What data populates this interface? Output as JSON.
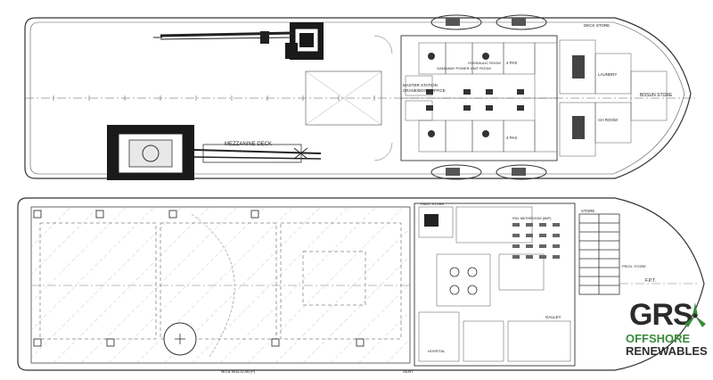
{
  "colors": {
    "line": "#333333",
    "hatch": "#999999",
    "brand_green": "#3a8a3a",
    "brand_dark": "#2b2b2b"
  },
  "upper_deck": {
    "labels": {
      "mezzanine": "MEZZANINE DECK",
      "boson_store": "BOSUN STORE",
      "master_station": "MASTER STATION",
      "crane_office": "CRANE/BOOK OFFICE",
      "deck_store": "DECK STORE",
      "laundry": "LAUNDRY",
      "ch_room": "CH ROOM",
      "hydraulic_room": "HYDRAULIC ROOM",
      "gangway_room": "GANGWAY POWER UNIT ROOM",
      "pax4_a": "4 PAX",
      "pax4_b": "4 PAX"
    }
  },
  "lower_deck": {
    "labels": {
      "paint_store": "PAINT STORE",
      "pax_room": "PAX MESSROOM (56P)",
      "store": "STORE",
      "galley": "GALLEY",
      "fpt": "F.P.T.",
      "prov_store": "PROV. STORE",
      "hospital": "HOSPITAL",
      "vent": "VENT",
      "lo_hull": "NO.8 W.B./D.W.(P)"
    }
  },
  "logo": {
    "name": "GRS",
    "line1": "OFFSHORE",
    "line2": "RENEWABLES"
  }
}
